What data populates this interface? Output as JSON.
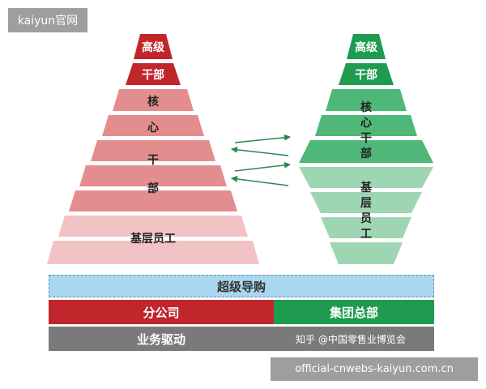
{
  "watermark_top": "kaiyun官网",
  "watermark_bottom": "official-cnwebs-kaiyun.com.cn",
  "left_pyramid": {
    "top_label": "高级",
    "second_label": "干部",
    "core_chars": [
      "核",
      "心",
      "干",
      "部"
    ],
    "base_label": "基层员工",
    "colors": {
      "dark": "#c0262b",
      "mid": "#e38d8f",
      "light": "#f2c3c4"
    }
  },
  "right_pyramid": {
    "top_label": "高级",
    "second_label": "干部",
    "core_chars": [
      "核",
      "心",
      "干",
      "部"
    ],
    "base_chars": [
      "基",
      "层",
      "员",
      "工"
    ],
    "colors": {
      "dark": "#1e9b4f",
      "mid": "#4fb879",
      "light": "#9ed6b3"
    }
  },
  "bottom_bars": {
    "guide": "超级导购",
    "branch": "分公司",
    "hq": "集团总部",
    "business": "业务驱动",
    "credit": "知乎 @中国零售业博览会"
  },
  "arrow_color": "#2a8a4c"
}
